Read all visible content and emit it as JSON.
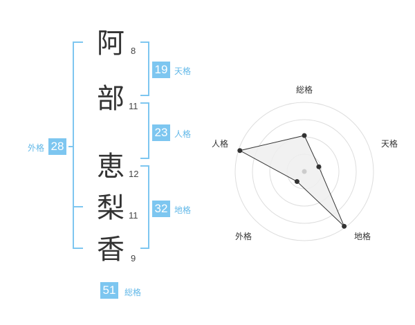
{
  "name": {
    "characters": [
      {
        "char": "阿",
        "strokes": "8"
      },
      {
        "char": "部",
        "strokes": "11"
      },
      {
        "char": "恵",
        "strokes": "12"
      },
      {
        "char": "梨",
        "strokes": "11"
      },
      {
        "char": "香",
        "strokes": "9"
      }
    ]
  },
  "fortunes": {
    "tenkaku": {
      "value": "19",
      "label": "天格"
    },
    "jinkaku": {
      "value": "23",
      "label": "人格"
    },
    "chikaku": {
      "value": "32",
      "label": "地格"
    },
    "gaikaku": {
      "value": "28",
      "label": "外格"
    },
    "soukaku": {
      "value": "51",
      "label": "総格"
    }
  },
  "chart_data": {
    "type": "radar",
    "axes": [
      "総格",
      "天格",
      "地格",
      "外格",
      "人格"
    ],
    "values": [
      0.52,
      0.22,
      0.98,
      0.18,
      0.98
    ],
    "rings": 4,
    "colors": {
      "fill": "#efefef",
      "line": "#333333",
      "grid": "#dddddd",
      "point": "#333333",
      "center": "#cccccc"
    }
  },
  "colors": {
    "accent": "#7dc6f0",
    "bracket": "#7dc6f0"
  }
}
